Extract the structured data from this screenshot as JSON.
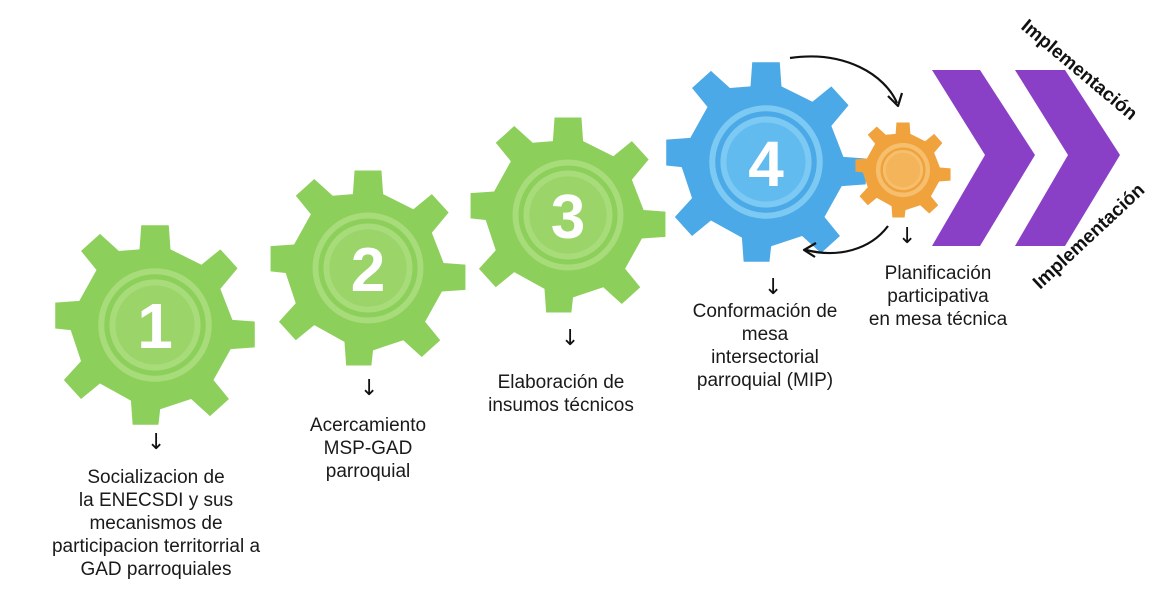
{
  "steps": [
    {
      "number": "1",
      "label": "Socializacion de\nla ENECSDI y sus\nmecanismos de\nparticipacion territorrial a\nGAD parroquiales",
      "color": "#8dcf5b"
    },
    {
      "number": "2",
      "label": "Acercamiento\nMSP-GAD\nparroquial",
      "color": "#8dcf5b"
    },
    {
      "number": "3",
      "label": "Elaboración de\ninsumos técnicos",
      "color": "#8dcf5b"
    },
    {
      "number": "4",
      "label": "Conformación de\nmesa\nintersectorial\nparroquial (MIP)",
      "color": "#4aa9e6"
    },
    {
      "number": "",
      "label": "Planificación\nparticipativa\nen mesa técnica",
      "color": "#f0a23d"
    }
  ],
  "implementation": {
    "label_top": "Implementación",
    "label_bottom": "Implementación",
    "color": "#8a3fc7"
  },
  "arrow_glyph": "↓"
}
